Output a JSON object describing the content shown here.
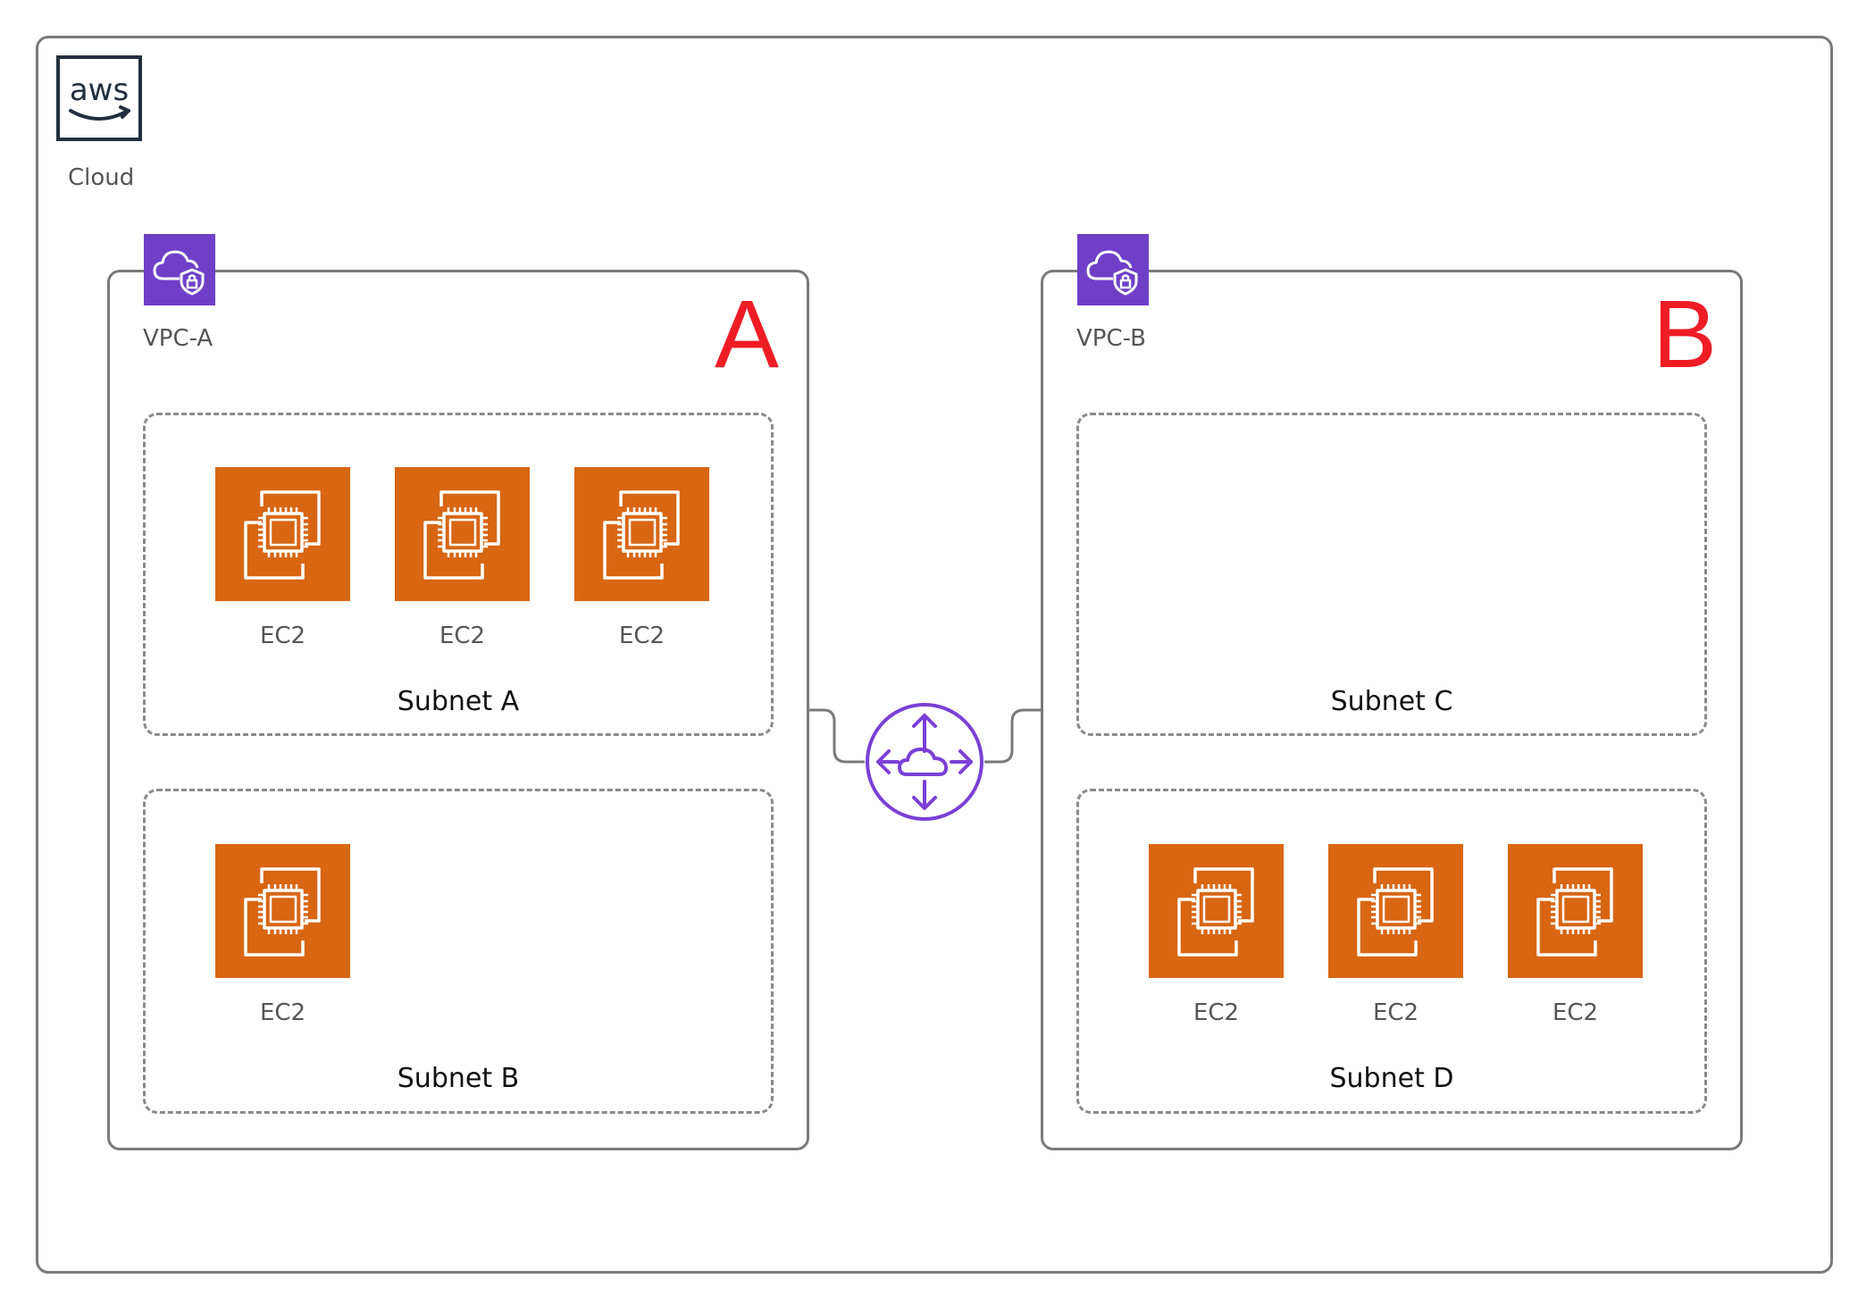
{
  "cloud": {
    "label": "Cloud",
    "logo_icon": "aws-logo-icon",
    "logo_text": "aws"
  },
  "vpcs": [
    {
      "label": "VPC-A",
      "letter": "A",
      "icon": "vpc-cloud-shield-icon",
      "subnets": [
        {
          "label": "Subnet A",
          "instances": [
            "EC2",
            "EC2",
            "EC2"
          ]
        },
        {
          "label": "Subnet B",
          "instances": [
            "EC2"
          ]
        }
      ]
    },
    {
      "label": "VPC-B",
      "letter": "B",
      "icon": "vpc-cloud-shield-icon",
      "subnets": [
        {
          "label": "Subnet C",
          "instances": []
        },
        {
          "label": "Subnet D",
          "instances": [
            "EC2",
            "EC2",
            "EC2"
          ]
        }
      ]
    }
  ],
  "peering": {
    "icon": "transit-gateway-icon"
  },
  "colors": {
    "ec2": "#d86613",
    "vpc_badge": "#6f3fc8",
    "peering": "#7b3fd6",
    "letter": "#ee1c25",
    "frame": "#7a7a7a"
  }
}
